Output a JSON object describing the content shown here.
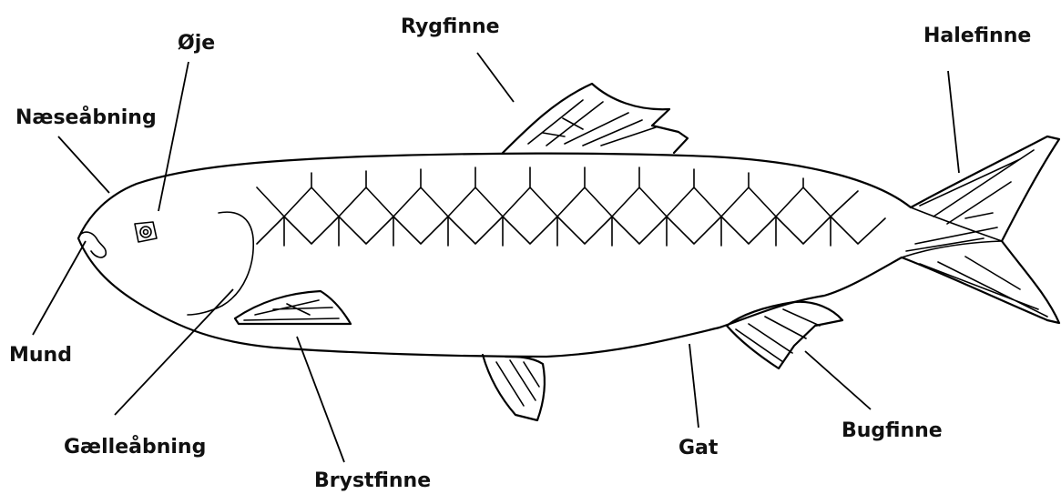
{
  "labels": {
    "eye": "Øje",
    "nostril": "Næseåbning",
    "dorsal_fin": "Rygfinne",
    "tail_fin": "Halefinne",
    "mouth": "Mund",
    "gill_opening": "Gælleåbning",
    "pectoral_fin": "Brystfinne",
    "anus": "Gat",
    "pelvic_fin": "Bugfinne"
  },
  "colors": {
    "ink": "#000000",
    "background": "#ffffff"
  }
}
